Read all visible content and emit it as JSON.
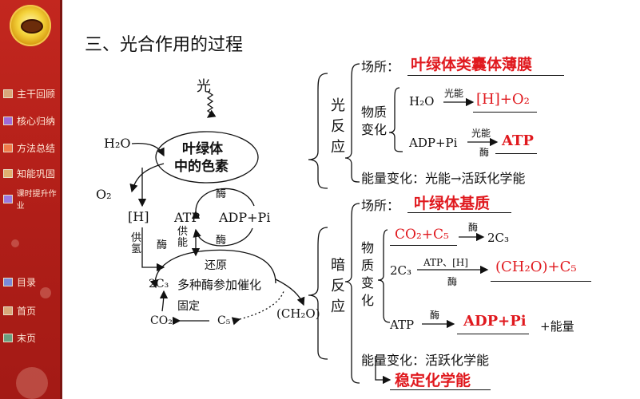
{
  "nav": {
    "items": [
      {
        "label": "主干回顾",
        "color": "#d9a77a",
        "icon": "tan-square-icon"
      },
      {
        "label": "核心归纳",
        "color": "#a06ad8",
        "icon": "purple-square-icon"
      },
      {
        "label": "方法总结",
        "color": "#f07a4a",
        "icon": "orange-square-icon"
      },
      {
        "label": "知能巩固",
        "color": "#e0b070",
        "icon": "beige-square-icon"
      },
      {
        "label": "课时提升作业",
        "color": "#9a7ae0",
        "icon": "violet-square-icon"
      }
    ],
    "bottom": [
      {
        "label": "目录",
        "icon": "blue-square-icon"
      },
      {
        "label": "首页",
        "icon": "tan-square-icon"
      },
      {
        "label": "末页",
        "icon": "green-square-icon"
      }
    ]
  },
  "title": "三、光合作用的过程",
  "diagram": {
    "light": "光",
    "h2o": "H₂O",
    "pigment_line1": "叶绿体",
    "pigment_line2": "中的色素",
    "o2": "O₂",
    "h": "[H]",
    "atp": "ATP",
    "adp": "ADP+Pi",
    "enzyme_top": "酶",
    "gongneng": "供能",
    "enzyme_bottom": "酶",
    "gongqing": "供氢",
    "enzyme_left": "酶",
    "huanyuan": "还原",
    "c3": "2C₃",
    "catalyze": "多种酶参加催化",
    "guding": "固定",
    "co2": "CO₂",
    "c5": "C₅",
    "ch2o": "(CH₂O)"
  },
  "light_reaction": {
    "label": "光反应",
    "place_label": "场所：",
    "place": "叶绿体类囊体薄膜",
    "substance_label": "物质变化",
    "eq1_left": "H₂O",
    "eq1_cond": "光能",
    "eq1_right": "[H]+O₂",
    "eq2_left": "ADP+Pi",
    "eq2_cond_top": "光能",
    "eq2_cond_bottom": "酶",
    "eq2_right": "ATP",
    "energy": "能量变化：光能→活跃化学能"
  },
  "dark_reaction": {
    "label": "暗反应",
    "place_label": "场所：",
    "place": "叶绿体基质",
    "substance_label": "物质变化",
    "eq1_left": "CO₂+C₅",
    "eq1_cond": "酶",
    "eq1_right": "2C₃",
    "eq2_left": "2C₃",
    "eq2_cond_top": "ATP、[H]",
    "eq2_cond_bottom": "酶",
    "eq2_right": "(CH₂O)+C₅",
    "eq3_left": "ATP",
    "eq3_cond": "酶",
    "eq3_right": "ADP+Pi",
    "eq3_extra": "+能量",
    "energy": "能量变化：活跃化学能",
    "energy_to": "→",
    "energy_result": "稳定化学能"
  }
}
